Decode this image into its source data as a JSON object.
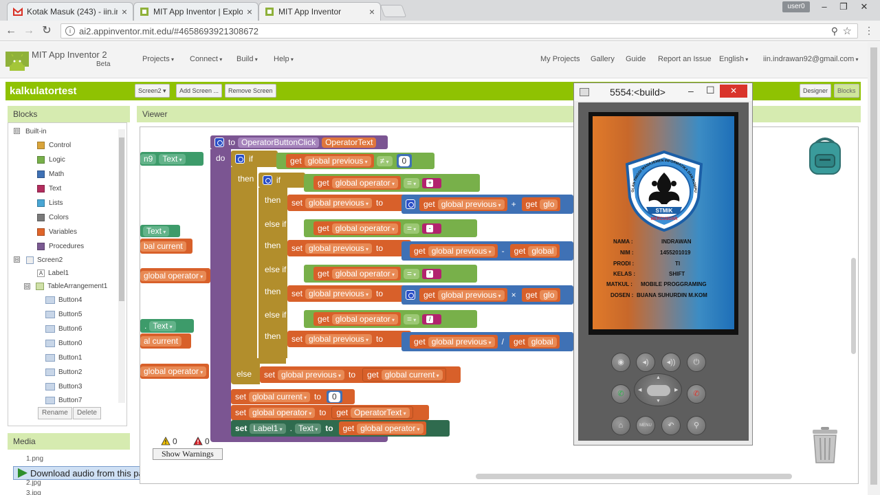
{
  "browser": {
    "tabs": [
      {
        "title": "Kotak Masuk (243) - iin.in",
        "close": "×"
      },
      {
        "title": "MIT App Inventor | Explo",
        "close": "×"
      },
      {
        "title": "MIT App Inventor",
        "close": "×"
      }
    ],
    "user_badge": "user0",
    "window_controls": {
      "minimize": "–",
      "restore": "❐",
      "close": "✕"
    },
    "nav": {
      "back": "←",
      "forward": "→",
      "reload": "↻",
      "menu": "⋮"
    },
    "url": "ai2.appinventor.mit.edu/#4658693921308672",
    "info_glyph": "i",
    "zoom_glyph": "⚲",
    "star_glyph": "☆",
    "favicon_colors": {
      "gmail": "#d93025",
      "appinventor": "#8fb13a"
    }
  },
  "app": {
    "title": "MIT App Inventor 2",
    "beta": "Beta",
    "menus": [
      "Projects",
      "Connect",
      "Build",
      "Help"
    ],
    "right_links": [
      "My Projects",
      "Gallery",
      "Guide",
      "Report an Issue"
    ],
    "language": "English",
    "account": "iin.indrawan92@gmail.com",
    "project_name": "kalkulatortest",
    "project_buttons": [
      "Screen2 ▾",
      "Add Screen ...",
      "Remove Screen"
    ],
    "mode_buttons": [
      "Designer",
      "Blocks"
    ]
  },
  "blocks_panel": {
    "header": "Blocks",
    "builtin": "Built-in",
    "builtin_items": [
      {
        "label": "Control",
        "color": "#d9a43a"
      },
      {
        "label": "Logic",
        "color": "#78b04a"
      },
      {
        "label": "Math",
        "color": "#3f71b5"
      },
      {
        "label": "Text",
        "color": "#b32d5e"
      },
      {
        "label": "Lists",
        "color": "#49a6d4"
      },
      {
        "label": "Colors",
        "color": "#7a7a7a"
      },
      {
        "label": "Variables",
        "color": "#e0652a"
      },
      {
        "label": "Procedures",
        "color": "#7b5a92"
      }
    ],
    "screen": "Screen2",
    "screen_children": [
      "Label1",
      "TableArrangement1"
    ],
    "buttons": [
      "Button4",
      "Button5",
      "Button6",
      "Button0",
      "Button1",
      "Button2",
      "Button3",
      "Button7"
    ],
    "rename": "Rename",
    "delete": "Delete",
    "toggle_collapse": "⊟",
    "label_glyph": "A"
  },
  "media": {
    "header": "Media",
    "files": [
      "1.png",
      "2.jpg",
      "3.jpg"
    ]
  },
  "audio_bar": {
    "label": "Download audio from this page",
    "help": "?",
    "close": "✕"
  },
  "viewer": {
    "header": "Viewer",
    "warnings": {
      "warn_count": "0",
      "error_count": "0",
      "show_label": "Show Warnings"
    }
  },
  "code": {
    "proc_to": "to",
    "proc_name": "OperatorButtonClick",
    "proc_param": "OperatorText",
    "do": "do",
    "if": "if",
    "then": "then",
    "else_if": "else if",
    "else": "else",
    "get": "get",
    "set": "set",
    "to": "to",
    "global_previous": "global previous",
    "global_operator": "global operator",
    "global_current": "global current",
    "global_trunc": "global",
    "glo_trunc": "glo",
    "neq": "≠",
    "eq": "=",
    "zero": "0",
    "plus": "+",
    "minus": "-",
    "times": "×",
    "divide": "/",
    "op_plus": "+",
    "op_minus": "-",
    "op_times": "*",
    "op_divide": "/",
    "operator_text": "OperatorText",
    "label1": "Label1",
    "text_prop": "Text",
    "dot": ".",
    "frag_n9": "n9",
    "frag_al_current": "al current",
    "frag_bal_current": "bal current"
  },
  "emulator": {
    "title": "5554:<build>",
    "minimize": "–",
    "maximize": "☐",
    "close": "✕",
    "crest_text": "SEKOLAH TINGGI MANAJEMEN INFORMATIKA DAN KOMPUTER",
    "crest_name": "STMIK",
    "crest_sub": "MERCUSUAR",
    "fields": [
      {
        "label": "NAMA :",
        "value": "INDRAWAN"
      },
      {
        "label": "NIM :",
        "value": "1455201019"
      },
      {
        "label": "PRODI :",
        "value": "TI"
      },
      {
        "label": "KELAS :",
        "value": "SHIFT"
      },
      {
        "label": "MATKUL :",
        "value": "MOBILE PROGGRAMING"
      },
      {
        "label": "DOSEN :",
        "value": "BUANA SUHURDIN M.KOM"
      }
    ],
    "hw_glyphs": {
      "camera": "◉",
      "vol_down": "◂)",
      "vol_up": "◂))",
      "power": "⏻",
      "call": "✆",
      "end_call": "✆",
      "home": "⌂",
      "menu": "MENU",
      "back": "↶",
      "search": "⚲"
    },
    "dpad_arrows": {
      "up": "▲",
      "down": "▼",
      "left": "◀",
      "right": "▶"
    }
  }
}
